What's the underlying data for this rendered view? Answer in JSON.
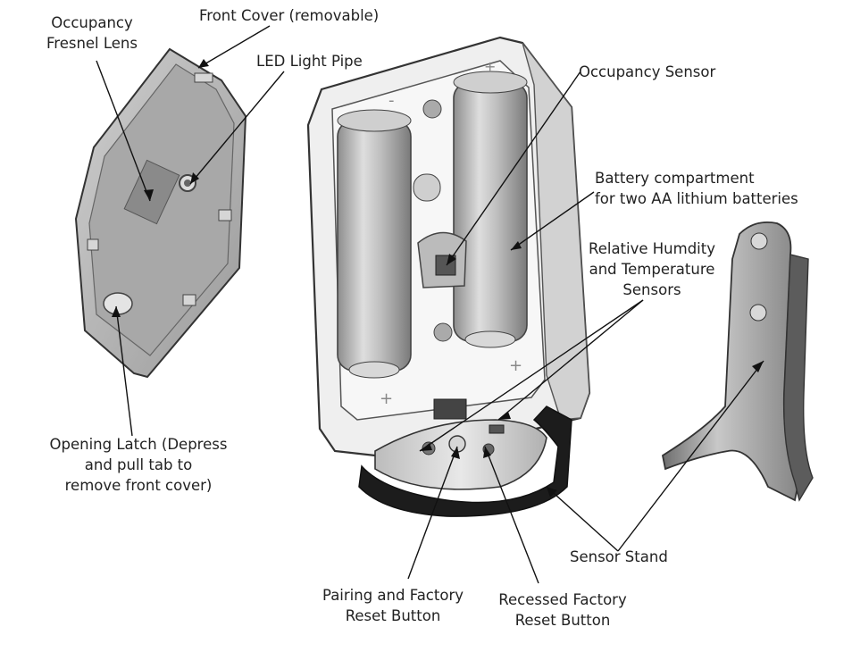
{
  "labels": {
    "fresnel": [
      "Occupancy",
      "Fresnel Lens"
    ],
    "front_cover": [
      "Front Cover (removable)"
    ],
    "led": [
      "LED Light Pipe"
    ],
    "occupancy_sensor": [
      "Occupancy Sensor"
    ],
    "battery": [
      "Battery compartment",
      "for two AA lithium batteries"
    ],
    "humidity": [
      "Relative Humdity",
      "and Temperature",
      "Sensors"
    ],
    "latch": [
      "Opening Latch (Depress",
      "and pull tab to",
      "remove front cover)"
    ],
    "stand": [
      "Sensor Stand"
    ],
    "pairing": [
      "Pairing and Factory",
      "Reset Button"
    ],
    "recessed": [
      "Recessed Factory",
      "Reset Button"
    ]
  },
  "battery_polarity": [
    "+",
    "+",
    "-",
    "+"
  ]
}
